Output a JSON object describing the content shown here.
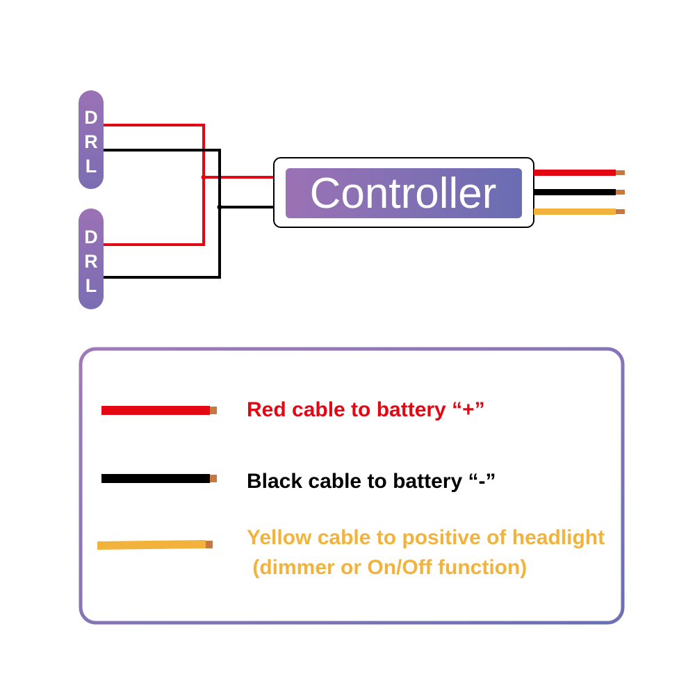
{
  "drl_units": [
    {
      "letters": [
        "D",
        "R",
        "L"
      ]
    },
    {
      "letters": [
        "D",
        "R",
        "L"
      ]
    }
  ],
  "controller": {
    "label": "Controller"
  },
  "colors": {
    "purple_start": "#9b72b4",
    "purple_end": "#6a6db3",
    "red": "#e30613",
    "black": "#000000",
    "yellow": "#f2b33d",
    "copper": "#c8783f"
  },
  "legend": {
    "items": [
      {
        "text": "Red cable to battery “+”",
        "color": "#e30613"
      },
      {
        "text": "Black cable to battery “-”",
        "color": "#000000"
      },
      {
        "text": "Yellow cable to positive of headlight",
        "line2": " (dimmer or On/Off function)",
        "color": "#f2b33d"
      }
    ]
  }
}
